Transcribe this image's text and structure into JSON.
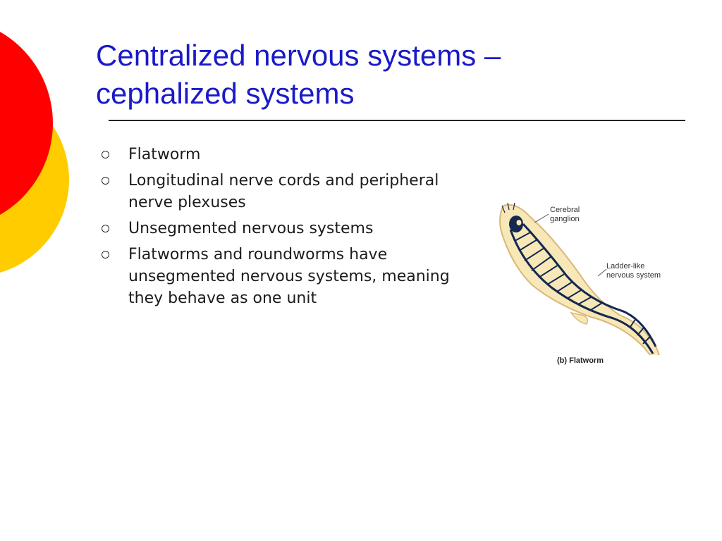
{
  "slide": {
    "title_line1": "Centralized nervous systems –",
    "title_line2": "cephalized systems",
    "bullets": [
      {
        "text": "Flatworm"
      },
      {
        "text": "Longitudinal nerve cords and peripheral nerve plexuses"
      },
      {
        "text": "Unsegmented nervous systems"
      },
      {
        "text": "Flatworms and roundworms have unsegmented nervous systems, meaning they behave as one unit"
      }
    ],
    "figure": {
      "label_cerebral_line1": "Cerebral",
      "label_cerebral_line2": "ganglion",
      "label_ladder_line1": "Ladder-like",
      "label_ladder_line2": "nervous system",
      "caption": "(b) Flatworm"
    }
  },
  "colors": {
    "title": "#1a1ac8",
    "deco_red": "#ff0000",
    "deco_yellow": "#ffcc00",
    "worm_body": "#f8e8b8",
    "worm_outline": "#d8b878",
    "nerve": "#142850"
  }
}
